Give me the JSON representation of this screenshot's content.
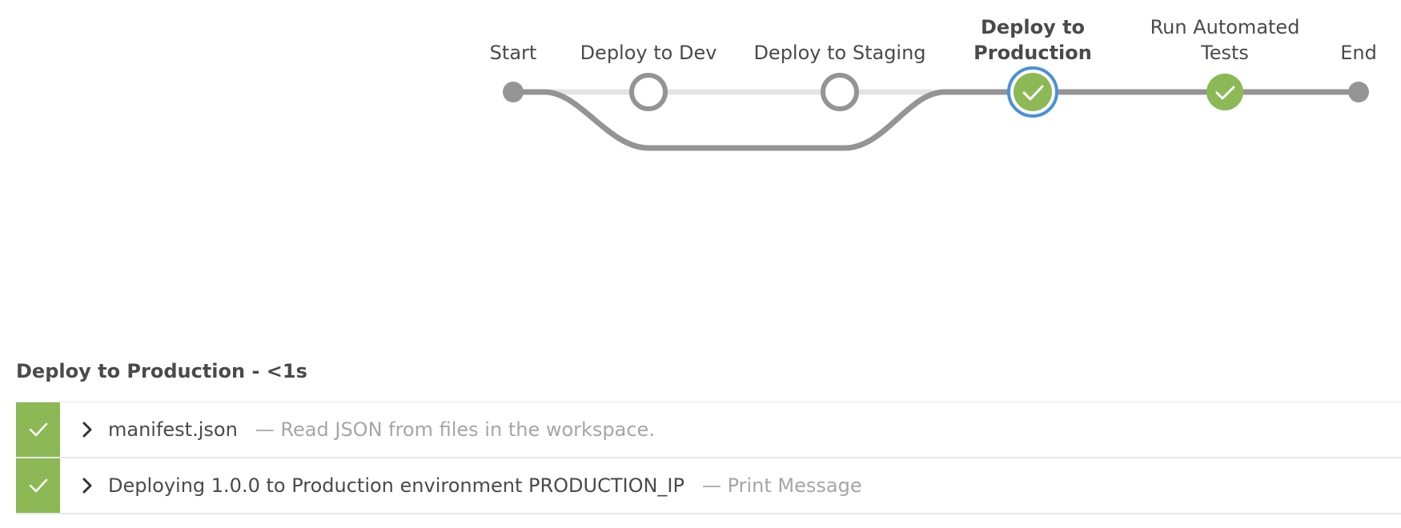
{
  "pipeline": {
    "stages": [
      {
        "id": "start",
        "label": "Start",
        "kind": "terminal"
      },
      {
        "id": "deploy-to-dev",
        "label": "Deploy to Dev",
        "kind": "skipped"
      },
      {
        "id": "deploy-to-staging",
        "label": "Deploy to Staging",
        "kind": "skipped"
      },
      {
        "id": "deploy-to-production",
        "label": "Deploy to Production",
        "kind": "success",
        "selected": true
      },
      {
        "id": "run-automated-tests",
        "label": "Run Automated Tests",
        "kind": "success"
      },
      {
        "id": "end",
        "label": "End",
        "kind": "terminal"
      }
    ],
    "colors": {
      "line": "#949494",
      "skipped_line": "#e4e4e4",
      "success": "#8cb855",
      "selected_ring": "#4a90d9",
      "text": "#4a4a4a"
    }
  },
  "steps": {
    "title": "Deploy to Production - <1s",
    "items": [
      {
        "name": "manifest.json",
        "description": "— Read JSON from files in the workspace.",
        "status": "success"
      },
      {
        "name": "Deploying 1.0.0 to Production environment PRODUCTION_IP",
        "description": "— Print Message",
        "status": "success"
      }
    ]
  }
}
